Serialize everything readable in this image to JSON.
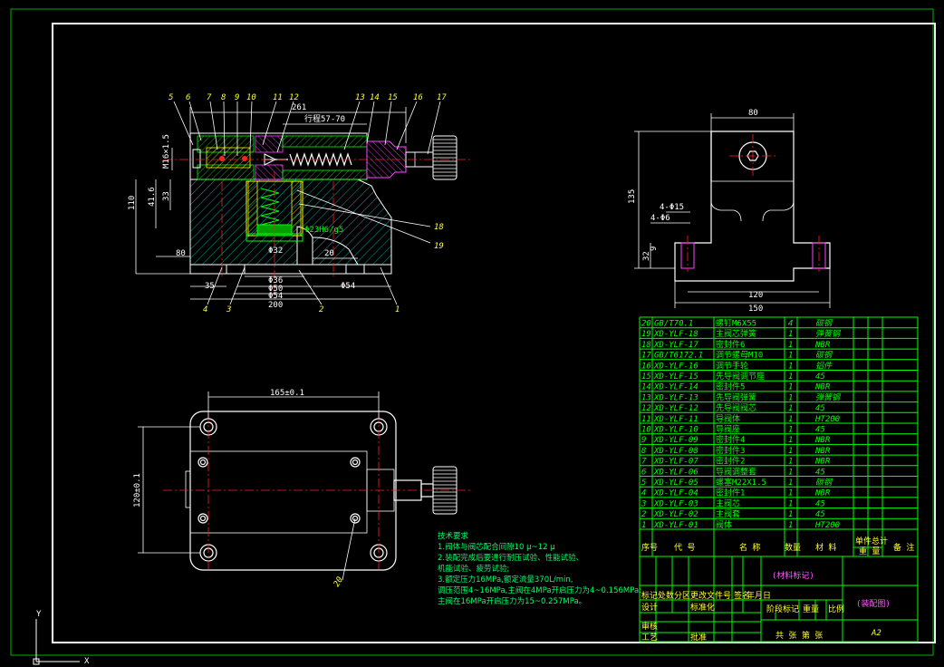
{
  "drawing": {
    "views": {
      "front_dims": {
        "d_261": "261",
        "d_travel": "行程57-70",
        "d_110": "110",
        "d_416": "41.6",
        "d_33": "33",
        "d_80": "80",
        "d_35": "35",
        "d_200": "200",
        "d_phi32": "Φ32",
        "d_phi36": "Φ36",
        "d_phi50": "Φ50",
        "d_phi54a": "Φ54",
        "d_phi54b": "Φ54",
        "d_20": "20",
        "d_fit": "Φ23H6/g5",
        "d_thread": "M16×1.5"
      },
      "balloons": [
        "5",
        "6",
        "7",
        "8",
        "9",
        "10",
        "11",
        "12",
        "13",
        "14",
        "15",
        "16",
        "17",
        "18",
        "19",
        "4",
        "3",
        "2",
        "1"
      ],
      "side_dims": {
        "d_80": "80",
        "d_135": "135",
        "d_4phi15": "4-Φ15",
        "d_4phi6": "4-Φ6",
        "d_9": "9",
        "d_32": "32",
        "d_120": "120",
        "d_150": "150"
      },
      "top_dims": {
        "d_165": "165±0.1",
        "d_120": "120±0.1",
        "balloon_20": "20"
      }
    },
    "notes": {
      "title": "技术要求",
      "lines": [
        "1.阀体与阀芯配合间隙10 μ~12 μ",
        "2.装配完成后要进行耐压试验、性能试验、",
        "机能试验、疲劳试验;",
        "3.额定压力16MPa,额定流量370L/min,",
        "调压范围4~16MPa,主阀在4MPa开启压力为4~0.156MPa;",
        "主阀在16MPa开启压力为15~0.257MPa。"
      ]
    },
    "parts_list": [
      {
        "no": "20",
        "code": "GB/T70.1",
        "name": "螺钉M6X55",
        "qty": "4",
        "mat": "碳钢"
      },
      {
        "no": "19",
        "code": "XD-YLF-18",
        "name": "主阀芯弹簧",
        "qty": "1",
        "mat": "弹簧钢"
      },
      {
        "no": "18",
        "code": "XD-YLF-17",
        "name": "密封件6",
        "qty": "1",
        "mat": "NBR"
      },
      {
        "no": "17",
        "code": "GB/T6172.1",
        "name": "调节螺母M10",
        "qty": "1",
        "mat": "碳钢"
      },
      {
        "no": "16",
        "code": "XD-YLF-16",
        "name": "调节手轮",
        "qty": "1",
        "mat": "铝件"
      },
      {
        "no": "15",
        "code": "XD-YLF-15",
        "name": "先导阀调节座",
        "qty": "1",
        "mat": "45"
      },
      {
        "no": "14",
        "code": "XD-YLF-14",
        "name": "密封件5",
        "qty": "1",
        "mat": "NBR"
      },
      {
        "no": "13",
        "code": "XD-YLF-13",
        "name": "先导阀弹簧",
        "qty": "1",
        "mat": "弹簧钢"
      },
      {
        "no": "12",
        "code": "XD-YLF-12",
        "name": "先导阀阀芯",
        "qty": "1",
        "mat": "45"
      },
      {
        "no": "11",
        "code": "XD-YLF-11",
        "name": "导阀体",
        "qty": "1",
        "mat": "HT200"
      },
      {
        "no": "10",
        "code": "XD-YLF-10",
        "name": "导阀座",
        "qty": "1",
        "mat": "45"
      },
      {
        "no": "9",
        "code": "XD-YLF-09",
        "name": "密封件4",
        "qty": "1",
        "mat": "NBR"
      },
      {
        "no": "8",
        "code": "XD-YLF-08",
        "name": "密封件3",
        "qty": "1",
        "mat": "NBR"
      },
      {
        "no": "7",
        "code": "XD-YLF-07",
        "name": "密封件2",
        "qty": "1",
        "mat": "NBR"
      },
      {
        "no": "6",
        "code": "XD-YLF-06",
        "name": "导阀调整套",
        "qty": "1",
        "mat": "45"
      },
      {
        "no": "5",
        "code": "XD-YLF-05",
        "name": "螺塞M22X1.5",
        "qty": "1",
        "mat": "碳钢"
      },
      {
        "no": "4",
        "code": "XD-YLF-04",
        "name": "密封件1",
        "qty": "1",
        "mat": "NBR"
      },
      {
        "no": "3",
        "code": "XD-YLF-03",
        "name": "主阀芯",
        "qty": "1",
        "mat": "45"
      },
      {
        "no": "2",
        "code": "XD-YLF-02",
        "name": "主阀套",
        "qty": "1",
        "mat": "45"
      },
      {
        "no": "1",
        "code": "XD-YLF-01",
        "name": "阀体",
        "qty": "1",
        "mat": "HT200"
      }
    ],
    "parts_header": {
      "no": "序号",
      "code": "代  号",
      "name": "名  称",
      "qty": "数量",
      "mat": "材  料",
      "unit_wt": "单件",
      "total_wt": "总计",
      "weight": "重  量",
      "remark": "备 注"
    },
    "title_block": {
      "material_mark": "(材料标记)",
      "drawing_title": "(装配图)",
      "sheet_size": "A2",
      "row_labels": [
        "标记",
        "处数",
        "分区",
        "更改文件号",
        "签名",
        "年月日"
      ],
      "design": "设计",
      "standardize": "标准化",
      "stage_mark": "阶段标记",
      "weight": "重量",
      "scale": "比例",
      "review": "审核",
      "process": "工艺",
      "approve": "批准",
      "sheets": "共  张  第  张"
    },
    "ucs": {
      "y": "Y",
      "x": "X"
    }
  }
}
